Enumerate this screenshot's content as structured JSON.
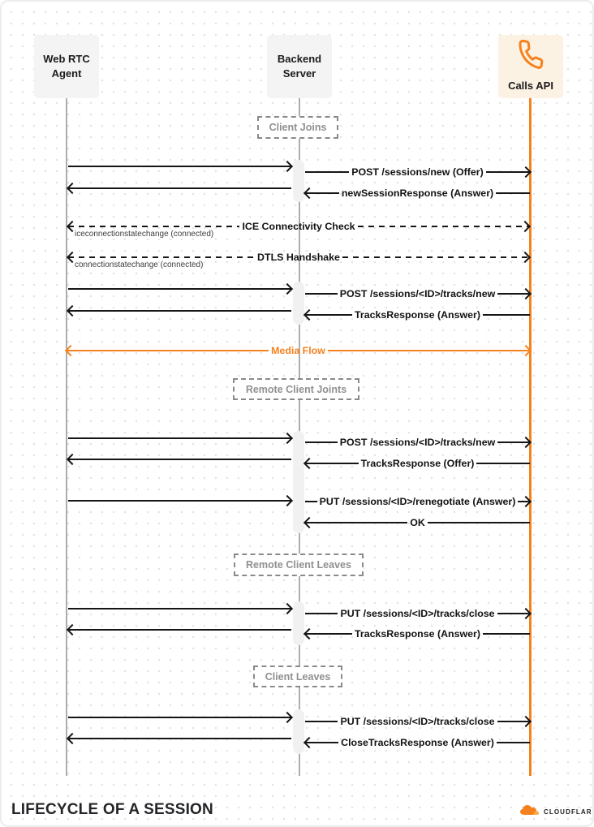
{
  "page": {
    "title": "LIFECYCLE OF A SESSION",
    "brand": "CLOUDFLARE"
  },
  "actors": {
    "webrtc": {
      "line1": "Web RTC",
      "line2": "Agent"
    },
    "backend": {
      "line1": "Backend",
      "line2": "Server"
    },
    "calls": {
      "label": "Calls API"
    }
  },
  "phases": {
    "client_joins": "Client Joins",
    "remote_client_joins": "Remote Client Joints",
    "remote_client_leaves": "Remote Client Leaves",
    "client_leaves": "Client Leaves"
  },
  "messages": {
    "post_sessions_new": "POST /sessions/new (Offer)",
    "new_session_response": "newSessionResponse (Answer)",
    "ice_check": "ICE Connectivity Check",
    "ice_note": "iceconnectionstatechange (connected)",
    "dtls": "DTLS Handshake",
    "dtls_note": "connectionstatechange (connected)",
    "post_tracks_new_1": "POST /sessions/<ID>/tracks/new",
    "tracks_response_answer_1": "TracksResponse (Answer)",
    "media_flow": "Media Flow",
    "post_tracks_new_2": "POST /sessions/<ID>/tracks/new",
    "tracks_response_offer": "TracksResponse (Offer)",
    "put_renegotiate": "PUT /sessions/<ID>/renegotiate (Answer)",
    "ok": "OK",
    "put_tracks_close_1": "PUT /sessions/<ID>/tracks/close",
    "tracks_response_answer_2": "TracksResponse (Answer)",
    "put_tracks_close_2": "PUT /sessions/<ID>/tracks/close",
    "close_tracks_response": "CloseTracksResponse (Answer)"
  },
  "colors": {
    "accent_orange": "#F6821F",
    "actor_gray_bg": "#F4F4F5",
    "calls_api_bg": "#FCF2E3",
    "lifeline_gray": "#ADADAD",
    "arrow_black": "#161616",
    "phase_gray": "#909090"
  }
}
